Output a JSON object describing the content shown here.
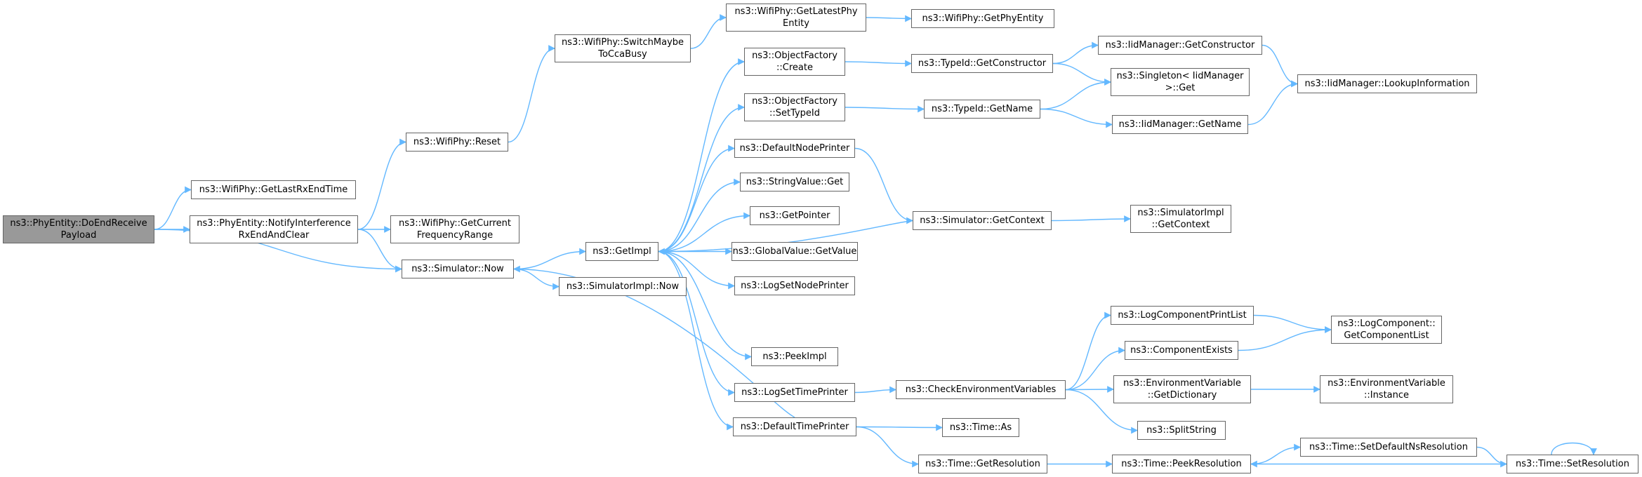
{
  "colors": {
    "edge": "#63b8ff",
    "node_border": "#666666",
    "root_fill": "#999999",
    "node_fill": "#ffffff"
  },
  "nodes": {
    "do_end_receive_payload": [
      "ns3::PhyEntity::DoEndReceive",
      "Payload"
    ],
    "get_last_rx_end_time": [
      "ns3::WifiPhy::GetLastRxEndTime"
    ],
    "notify_interference": [
      "ns3::PhyEntity::NotifyInterference",
      "RxEndAndClear"
    ],
    "simulator_now": [
      "ns3::Simulator::Now"
    ],
    "wifiphy_reset": [
      "ns3::WifiPhy::Reset"
    ],
    "get_current_frequency_range": [
      "ns3::WifiPhy::GetCurrent",
      "FrequencyRange"
    ],
    "switch_maybe_to_cca_busy": [
      "ns3::WifiPhy::SwitchMaybe",
      "ToCcaBusy"
    ],
    "get_impl": [
      "ns3::GetImpl"
    ],
    "simulator_impl_now": [
      "ns3::SimulatorImpl::Now"
    ],
    "get_latest_phy_entity": [
      "ns3::WifiPhy::GetLatestPhy",
      "Entity"
    ],
    "get_phy_entity": [
      "ns3::WifiPhy::GetPhyEntity"
    ],
    "object_factory_create": [
      "ns3::ObjectFactory",
      "::Create"
    ],
    "object_factory_set_type_id": [
      "ns3::ObjectFactory",
      "::SetTypeId"
    ],
    "default_node_printer": [
      "ns3::DefaultNodePrinter"
    ],
    "string_value_get": [
      "ns3::StringValue::Get"
    ],
    "get_pointer": [
      "ns3::GetPointer"
    ],
    "global_value_get_value": [
      "ns3::GlobalValue::GetValue"
    ],
    "log_set_node_printer": [
      "ns3::LogSetNodePrinter"
    ],
    "peek_impl": [
      "ns3::PeekImpl"
    ],
    "log_set_time_printer": [
      "ns3::LogSetTimePrinter"
    ],
    "default_time_printer": [
      "ns3::DefaultTimePrinter"
    ],
    "type_id_get_constructor": [
      "ns3::TypeId::GetConstructor"
    ],
    "type_id_get_name": [
      "ns3::TypeId::GetName"
    ],
    "simulator_get_context": [
      "ns3::Simulator::GetContext"
    ],
    "check_environment_variables": [
      "ns3::CheckEnvironmentVariables"
    ],
    "time_as": [
      "ns3::Time::As"
    ],
    "time_get_resolution": [
      "ns3::Time::GetResolution"
    ],
    "iid_manager_get_constructor": [
      "ns3::IidManager::GetConstructor"
    ],
    "singleton_iid_manager_get": [
      "ns3::Singleton< IidManager",
      ">::Get"
    ],
    "iid_manager_get_name": [
      "ns3::IidManager::GetName"
    ],
    "simulator_impl_get_context": [
      "ns3::SimulatorImpl",
      "::GetContext"
    ],
    "log_component_print_list": [
      "ns3::LogComponentPrintList"
    ],
    "component_exists": [
      "ns3::ComponentExists"
    ],
    "environment_variable_get_dictionary": [
      "ns3::EnvironmentVariable",
      "::GetDictionary"
    ],
    "split_string": [
      "ns3::SplitString"
    ],
    "time_peek_resolution": [
      "ns3::Time::PeekResolution"
    ],
    "iid_manager_lookup_information": [
      "ns3::IidManager::LookupInformation"
    ],
    "log_component_get_component_list": [
      "ns3::LogComponent::",
      "GetComponentList"
    ],
    "environment_variable_instance": [
      "ns3::EnvironmentVariable",
      "::Instance"
    ],
    "time_set_default_ns_resolution": [
      "ns3::Time::SetDefaultNsResolution"
    ],
    "time_set_resolution": [
      "ns3::Time::SetResolution"
    ]
  },
  "edges": [
    [
      "do_end_receive_payload",
      "get_last_rx_end_time"
    ],
    [
      "do_end_receive_payload",
      "notify_interference"
    ],
    [
      "do_end_receive_payload",
      "simulator_now"
    ],
    [
      "notify_interference",
      "wifiphy_reset"
    ],
    [
      "notify_interference",
      "get_current_frequency_range"
    ],
    [
      "notify_interference",
      "simulator_now"
    ],
    [
      "wifiphy_reset",
      "switch_maybe_to_cca_busy"
    ],
    [
      "switch_maybe_to_cca_busy",
      "get_latest_phy_entity"
    ],
    [
      "get_latest_phy_entity",
      "get_phy_entity"
    ],
    [
      "simulator_now",
      "get_impl"
    ],
    [
      "simulator_now",
      "simulator_impl_now"
    ],
    [
      "get_impl",
      "object_factory_create"
    ],
    [
      "get_impl",
      "object_factory_set_type_id"
    ],
    [
      "get_impl",
      "default_node_printer"
    ],
    [
      "get_impl",
      "string_value_get"
    ],
    [
      "get_impl",
      "get_pointer"
    ],
    [
      "get_impl",
      "global_value_get_value"
    ],
    [
      "get_impl",
      "log_set_node_printer"
    ],
    [
      "get_impl",
      "peek_impl"
    ],
    [
      "get_impl",
      "log_set_time_printer"
    ],
    [
      "get_impl",
      "default_time_printer"
    ],
    [
      "object_factory_create",
      "type_id_get_constructor"
    ],
    [
      "object_factory_set_type_id",
      "type_id_get_name"
    ],
    [
      "type_id_get_constructor",
      "iid_manager_get_constructor"
    ],
    [
      "type_id_get_constructor",
      "singleton_iid_manager_get"
    ],
    [
      "type_id_get_name",
      "singleton_iid_manager_get"
    ],
    [
      "type_id_get_name",
      "iid_manager_get_name"
    ],
    [
      "iid_manager_get_constructor",
      "iid_manager_lookup_information"
    ],
    [
      "iid_manager_get_name",
      "iid_manager_lookup_information"
    ],
    [
      "default_node_printer",
      "simulator_get_context"
    ],
    [
      "simulator_get_context",
      "simulator_impl_get_context"
    ],
    [
      "simulator_get_context",
      "get_impl"
    ],
    [
      "log_set_time_printer",
      "check_environment_variables"
    ],
    [
      "check_environment_variables",
      "log_component_print_list"
    ],
    [
      "check_environment_variables",
      "component_exists"
    ],
    [
      "check_environment_variables",
      "environment_variable_get_dictionary"
    ],
    [
      "check_environment_variables",
      "split_string"
    ],
    [
      "log_component_print_list",
      "log_component_get_component_list"
    ],
    [
      "component_exists",
      "log_component_get_component_list"
    ],
    [
      "environment_variable_get_dictionary",
      "environment_variable_instance"
    ],
    [
      "default_time_printer",
      "simulator_now"
    ],
    [
      "default_time_printer",
      "time_as"
    ],
    [
      "default_time_printer",
      "time_get_resolution"
    ],
    [
      "time_get_resolution",
      "time_peek_resolution"
    ],
    [
      "time_peek_resolution",
      "time_set_default_ns_resolution"
    ],
    [
      "time_set_default_ns_resolution",
      "time_set_resolution"
    ],
    [
      "time_set_resolution",
      "time_peek_resolution"
    ],
    [
      "time_set_resolution",
      "time_set_resolution"
    ]
  ]
}
